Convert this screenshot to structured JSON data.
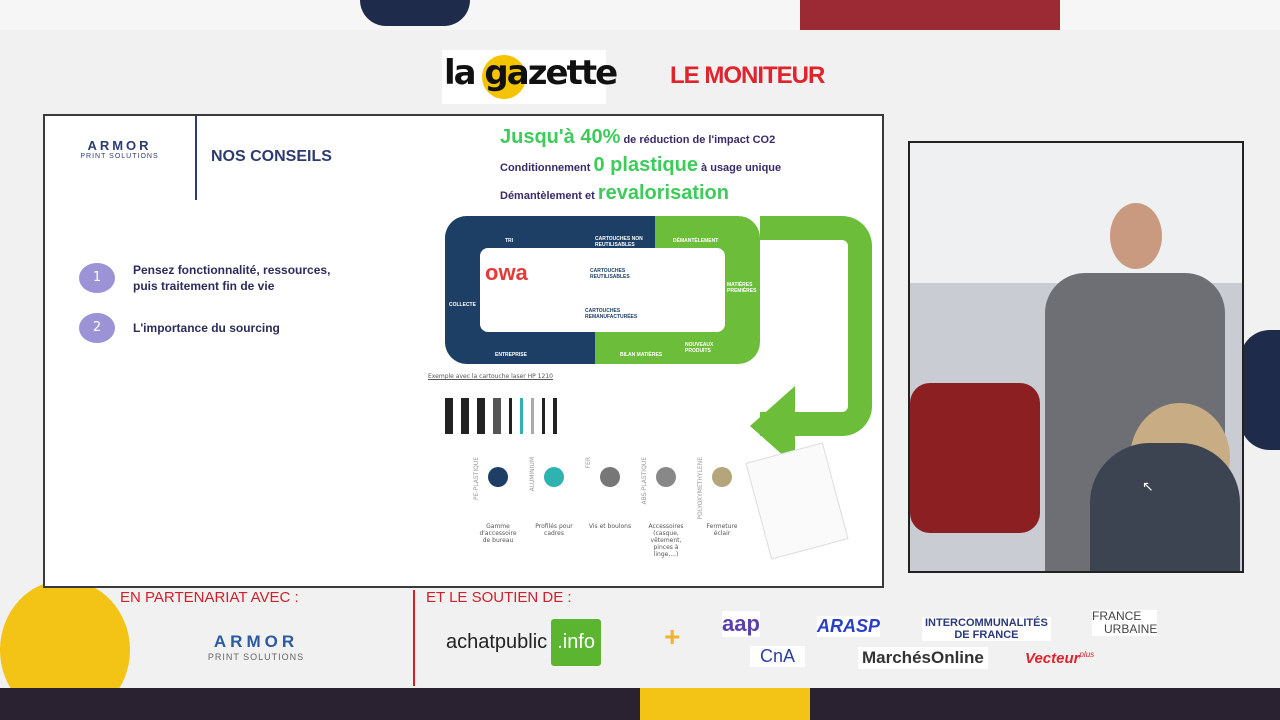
{
  "header": {
    "logo_gazette": "la gazette",
    "logo_moniteur": "LE MONITEUR"
  },
  "slide": {
    "brand": "ARMOR",
    "brand_sub": "PRINT SOLUTIONS",
    "title": "NOS CONSEILS",
    "items": [
      {
        "num": "1",
        "text": "Pensez fonctionnalité, ressources, puis traitement fin de vie"
      },
      {
        "num": "2",
        "text": "L'importance du sourcing"
      }
    ],
    "headlines": [
      {
        "big": "Jusqu'à 40%",
        "small": "de réduction de l'impact CO2"
      },
      {
        "pre": "Conditionnement",
        "big": "0 plastique",
        "small": "à usage unique"
      },
      {
        "pre": "Démantèlement et",
        "big": "revalorisation"
      }
    ],
    "cycle": {
      "logo": "owa",
      "steps": [
        "TRI",
        "CARTOUCHES NON REUTILISABLES",
        "DÉMANTÈLEMENT",
        "MATIÈRES PREMIÈRES",
        "NOUVEAUX PRODUITS",
        "BILAN MATIÈRES",
        "ENTREPRISE",
        "COLLECTE",
        "CARTOUCHES REUTILISABLES",
        "CARTOUCHES REMANUFACTURÉES"
      ]
    },
    "example_label": "Exemple avec la cartouche laser HP 1210",
    "materials": [
      {
        "material": "PE-PLASTIQUE",
        "product": "Gamme d'accessoire de bureau",
        "color": "#1d3f66"
      },
      {
        "material": "ALUMINIUM",
        "product": "Profilés pour cadres",
        "color": "#2fb3b0"
      },
      {
        "material": "FER",
        "product": "Vis et boulons",
        "color": "#777777"
      },
      {
        "material": "ABS-PLASTIQUE",
        "product": "Accessoires (casque, vêtement, pinces à linge,...)",
        "color": "#888888"
      },
      {
        "material": "POLYOXYMETHYLENE",
        "product": "Fermeture éclair",
        "color": "#b5a57a"
      }
    ]
  },
  "footer": {
    "partner_label": "EN PARTENARIAT AVEC :",
    "partner": {
      "name": "ARMOR",
      "sub": "PRINT SOLUTIONS"
    },
    "support_label": "ET LE SOUTIEN DE :",
    "achat": {
      "main": "achatpublic",
      "suffix": ".info"
    },
    "plus": "+",
    "logos": [
      "aap",
      "ARASP",
      "INTERCOMMUNALITÉS",
      "DE FRANCE",
      "FRANCE",
      "URBAINE",
      "CnA",
      "MarchésOnline",
      "Vecteur",
      "plus"
    ]
  }
}
